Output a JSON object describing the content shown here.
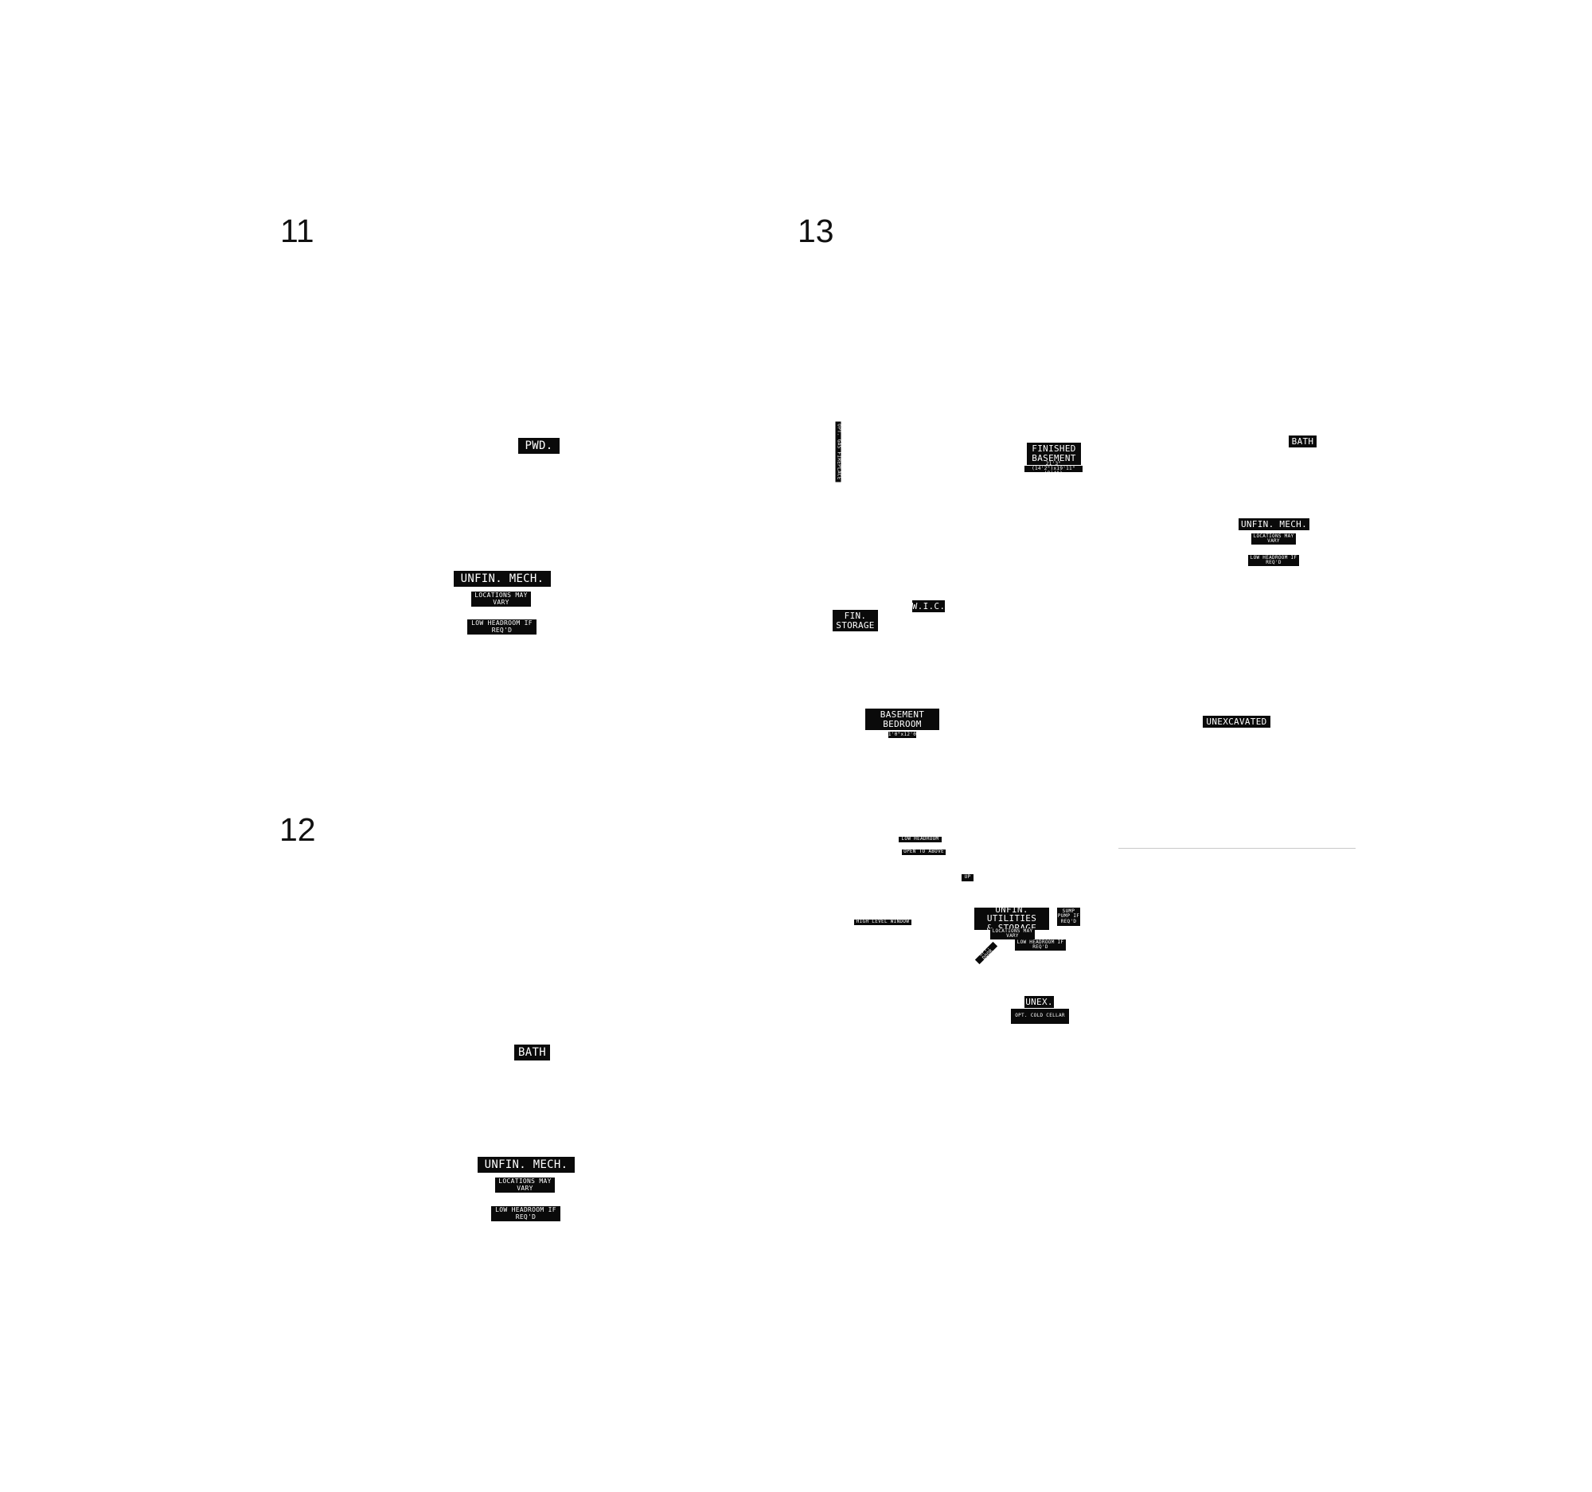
{
  "plans": [
    {
      "number": "11",
      "labels": {
        "pwd": "PWD.",
        "unfin_mech": "UNFIN. MECH.",
        "locations": "LOCATIONS MAY\nVARY",
        "headroom": "LOW HEADROOM IF\nREQ'D"
      }
    },
    {
      "number": "12",
      "labels": {
        "bath": "BATH",
        "unfin_mech": "UNFIN. MECH.",
        "locations": "LOCATIONS MAY\nVARY",
        "headroom": "LOW HEADROOM IF\nREQ'D"
      }
    },
    {
      "number": "13",
      "labels": {
        "opt_fireplace": "OPT. GAS FIREPLACE",
        "finished_basement": "FINISHED\nBASEMENT",
        "finished_basement_dim": "21'3\"(14'2\")x19'11\"(8'4\")",
        "bath": "BATH",
        "unfin_mech": "UNFIN. MECH.",
        "locations": "LOCATIONS MAY\nVARY",
        "headroom": "LOW HEADROOM IF\nREQ'D",
        "wic": "W.I.C.",
        "fin_storage": "FIN.\nSTORAGE",
        "basement_bedroom": "BASEMENT\nBEDROOM",
        "basement_bedroom_dim": "11'0\"x12'0\"",
        "unexcavated": "UNEXCAVATED",
        "low_headroom": "LOW HEADROOM",
        "open_to_above": "OPEN TO ABOVE",
        "up": "UP",
        "high_level_window": "HIGH LEVEL WINDOW",
        "unfin_utilities": "UNFIN. UTILITIES\n& STORAGE",
        "utilities_locations": "LOCATIONS MAY\nVARY",
        "sump_pump": "SUMP\nPUMP IF\nREQ'D",
        "utilities_headroom": "LOW HEADROOM IF\nREQ'D",
        "opt_door": "OPT. DOOR",
        "unex": "UNEX.",
        "cold_cellar": "OPT. COLD CELLAR"
      }
    }
  ]
}
